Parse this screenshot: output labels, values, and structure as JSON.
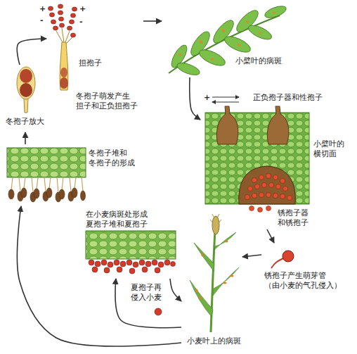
{
  "diagram": {
    "nodes": [
      {
        "text": [
          "担孢子",
          "冬孢子萌发产生 担子和正负担孢子"
        ]
      },
      {
        "text": [
          "小檗叶的病斑"
        ]
      },
      {
        "text": [
          "正负孢子器和性孢子",
          "小檗叶的 横切面",
          "锈孢子器 和锈孢子"
        ]
      },
      {
        "text": [
          "锈孢子产生萌芽管 （由小麦的气孔侵入）"
        ]
      },
      {
        "text": [
          "小麦叶上的病斑"
        ]
      },
      {
        "text": [
          "在小麦病斑处形成 夏孢子堆和夏孢子"
        ]
      },
      {
        "text": [
          "冬孢子堆和 冬孢子的形成"
        ]
      },
      {
        "text": [
          "冬孢子放大"
        ]
      }
    ],
    "edges": [
      {
        "from": 0,
        "to": 1,
        "arrow": "to"
      },
      {
        "from": 1,
        "to": 2,
        "arrow": "to"
      },
      {
        "from": 2,
        "to": 3,
        "arrow": "to"
      },
      {
        "from": 3,
        "to": 4,
        "arrow": "to"
      },
      {
        "from": 4,
        "to": 5,
        "arrow": "to"
      },
      {
        "from": 5,
        "to": 4,
        "label": "夏孢子再 侵入小麦",
        "arrow": "to"
      },
      {
        "from": 4,
        "to": 6,
        "arrow": "to"
      },
      {
        "from": 6,
        "to": 7,
        "arrow": "to"
      },
      {
        "from": 7,
        "to": 0,
        "arrow": "to"
      }
    ],
    "labels": [
      "+",
      "-",
      "+",
      "-",
      "+"
    ]
  }
}
